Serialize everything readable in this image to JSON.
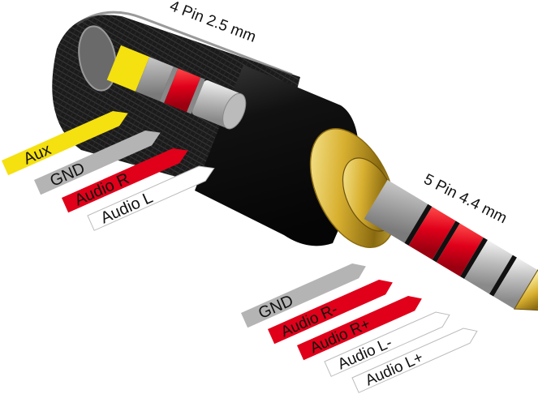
{
  "diagram": {
    "subject": "Audio adapter: 2.5 mm 4-pin jack to 4.4 mm 5-pin plug",
    "left_connector": {
      "title": "4 Pin 2.5 mm",
      "type": "jack",
      "pins": [
        {
          "label": "Aux",
          "color": "#f5e010"
        },
        {
          "label": "GND",
          "color": "#b4b4b4"
        },
        {
          "label": "Audio R",
          "color": "#e0001a"
        },
        {
          "label": "Audio L",
          "color": "#ffffff"
        }
      ]
    },
    "right_connector": {
      "title": "5 Pin 4.4 mm",
      "type": "plug",
      "pins": [
        {
          "label": "GND",
          "color": "#b4b4b4"
        },
        {
          "label": "Audio R-",
          "color": "#e0001a"
        },
        {
          "label": "Audio R+",
          "color": "#e0001a"
        },
        {
          "label": "Audio L-",
          "color": "#ffffff"
        },
        {
          "label": "Audio L+",
          "color": "#ffffff"
        }
      ]
    },
    "colors": {
      "body_black": "#151515",
      "gold": "#d8b830",
      "silver": "#d0d0d0",
      "yellow": "#f5e010",
      "red": "#e0001a",
      "grey": "#b4b4b4",
      "white": "#ffffff"
    }
  }
}
